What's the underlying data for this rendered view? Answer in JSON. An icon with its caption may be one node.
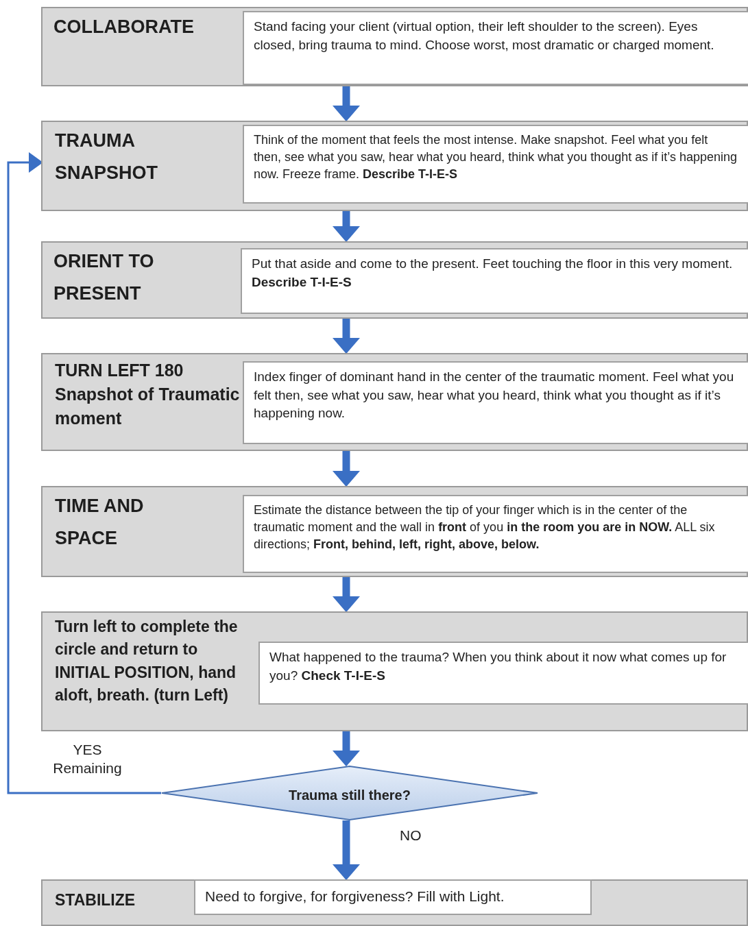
{
  "diagram": {
    "nodes": [
      {
        "text": [
          "COLLABORATE"
        ]
      },
      {
        "text": [
          "Stand facing your client (virtual option, their left shoulder to the screen). Eyes closed, bring trauma to mind. Choose worst, most dramatic or charged moment."
        ],
        "in": 0
      },
      {
        "text": [
          "TRAUMA SNAPSHOT"
        ]
      },
      {
        "text": [
          "Think of the moment that feels the most intense. Make snapshot. Feel what you felt then, see what you saw, hear what you heard, think what you thought as if it’s happening now. Freeze frame. **Describe T-I-E-S**"
        ],
        "in": 2
      },
      {
        "text": [
          "ORIENT TO PRESENT"
        ]
      },
      {
        "text": [
          "Put that aside and come to the present. Feet touching the floor in this very moment. **Describe T-I-E-S**"
        ],
        "in": 4
      },
      {
        "text": [
          "TURN LEFT 180 Snapshot of Traumatic moment"
        ]
      },
      {
        "text": [
          "Index finger of dominant hand in the center of the traumatic moment. Feel what you felt then, see what you saw, hear what you heard, think what you thought as if it’s happening now."
        ],
        "in": 6
      },
      {
        "text": [
          "TIME AND SPACE"
        ]
      },
      {
        "text": [
          "Estimate the distance between the tip of your finger which is in the center of the traumatic moment and the wall in **front** of you **in the room you are in NOW.** ALL six directions; **Front, behind, left, right, above, below.**"
        ],
        "in": 8
      },
      {
        "text": [
          "Turn left to complete the circle and return to INITIAL POSITION, hand aloft, breath. (turn Left)"
        ]
      },
      {
        "text": [
          "What happened to the trauma? When you think about it now what comes up for you? **Check T-I-E-S**"
        ],
        "in": 10
      },
      {
        "text": [
          "Trauma still there?"
        ]
      },
      {
        "text": [
          "STABILIZE"
        ]
      },
      {
        "text": [
          "Need to forgive, for forgiveness? Fill with Light."
        ],
        "in": 13
      }
    ],
    "edges": [
      {
        "from": 0,
        "to": 2,
        "arrow": "to"
      },
      {
        "from": 2,
        "to": 4,
        "arrow": "to"
      },
      {
        "from": 4,
        "to": 6,
        "arrow": "to"
      },
      {
        "from": 6,
        "to": 8,
        "arrow": "to"
      },
      {
        "from": 8,
        "to": 10,
        "arrow": "to"
      },
      {
        "from": 10,
        "to": 12,
        "arrow": "to"
      },
      {
        "from": 12,
        "to": 2,
        "arrow": "to",
        "label": "YES Remaining"
      },
      {
        "from": 12,
        "to": 13,
        "arrow": "to",
        "label": "NO"
      }
    ]
  }
}
